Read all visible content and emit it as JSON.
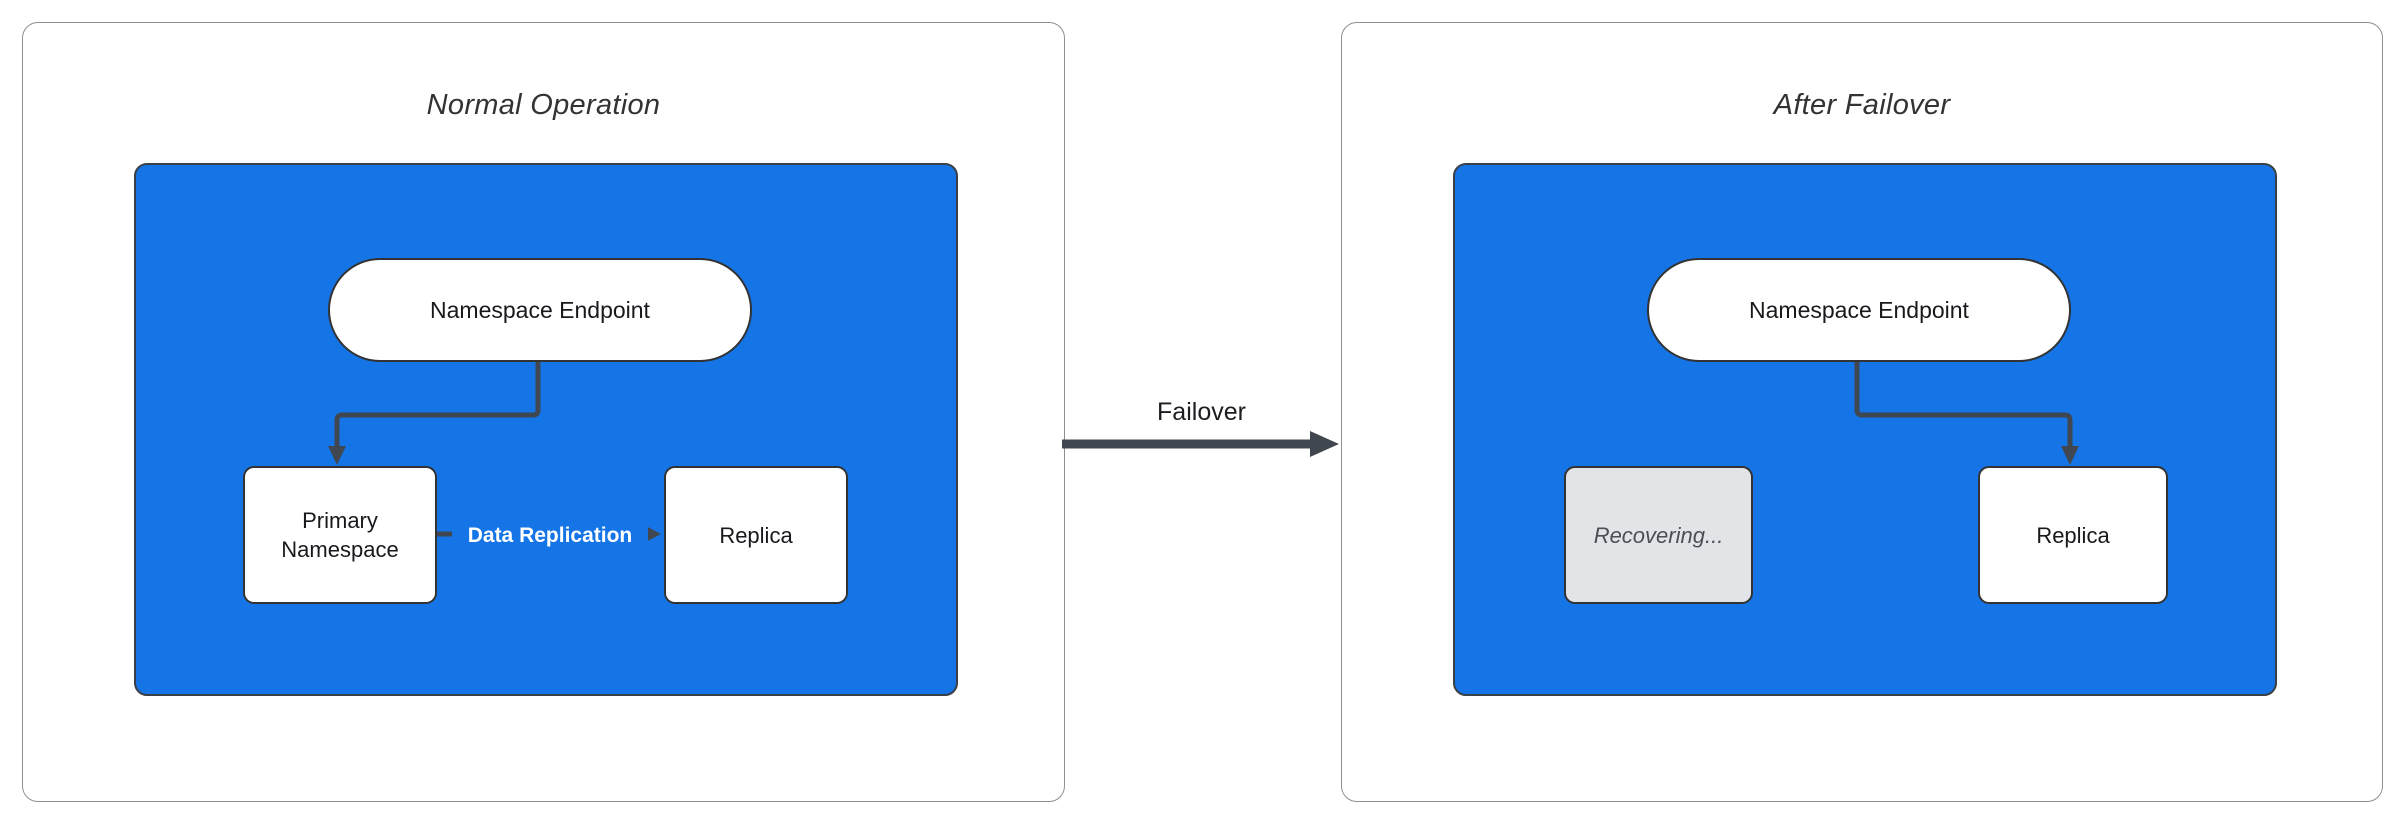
{
  "diagram": {
    "type": "flowchart",
    "transition_label": "Failover",
    "panels": {
      "normal": {
        "title": "Normal Operation",
        "nodes": {
          "endpoint": "Namespace Endpoint",
          "primary": "Primary Namespace",
          "replica": "Replica"
        },
        "edge_label": "Data Replication"
      },
      "after": {
        "title": "After Failover",
        "nodes": {
          "endpoint": "Namespace Endpoint",
          "recovering": "Recovering...",
          "replica": "Replica"
        }
      }
    },
    "colors": {
      "cluster_fill": "#1575e6",
      "arrow": "#404750",
      "node_border": "#333333",
      "node_fill": "#ffffff",
      "recovering_fill": "#e3e4e7",
      "recovering_text": "#4a4f55",
      "edge_label_text": "#ffffff",
      "panel_border": "#8f8f8f",
      "title_text": "#333333"
    }
  }
}
